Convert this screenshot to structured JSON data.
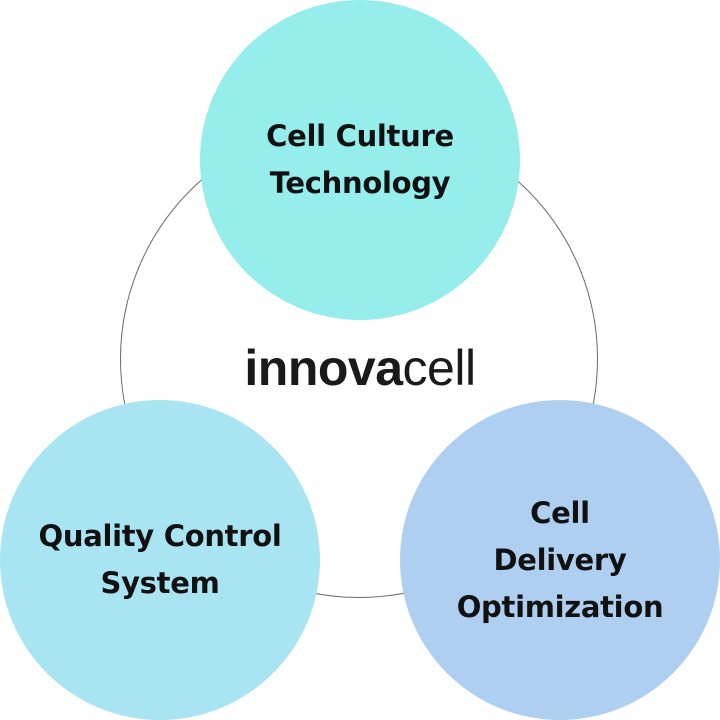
{
  "logo": {
    "bold_part": "innova",
    "regular_part": "cell"
  },
  "nodes": [
    {
      "label_lines": [
        "Cell Culture",
        "Technology"
      ],
      "color": "#95EDEC"
    },
    {
      "label_lines": [
        "Quality Control",
        "System"
      ],
      "color": "#A9E4F3"
    },
    {
      "label_lines": [
        "Cell",
        "Delivery",
        "Optimization"
      ],
      "color": "#AFCFF1"
    }
  ],
  "ring_color": "#6b6b6b"
}
